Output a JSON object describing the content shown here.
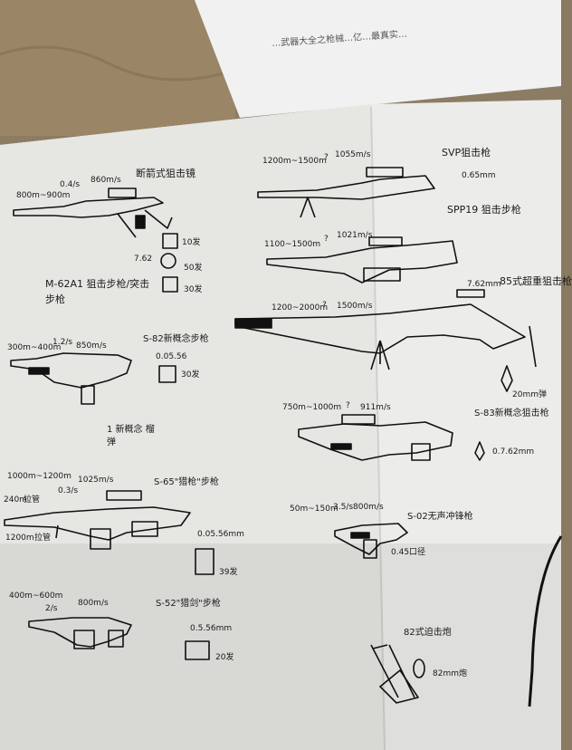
{
  "top_sheet_text": "…武器大全之枪械…亿…最真实…",
  "weapons": [
    {
      "name": "断箭式狙击镜",
      "range": "800m~900m",
      "rof": "0.4/s",
      "velocity": "860m/s",
      "caliber": "7.62",
      "rounds_drum": "10发",
      "rounds_box": "50发",
      "rounds_mag": "30发",
      "title": "M-62A1 狙击步枪/突击步枪"
    },
    {
      "name": "SVP狙击枪",
      "range": "1200m~1500m",
      "rof": "?",
      "velocity": "1055m/s",
      "caliber": "0.65mm"
    },
    {
      "name": "SPP19 狙击步枪",
      "range": "1100~1500m",
      "rof": "?",
      "velocity": "1021m/s"
    },
    {
      "name": "85式超重狙击枪",
      "range": "1200~2000m",
      "rof": "?",
      "velocity": "1500m/s",
      "caliber": "7.62mm",
      "rounds": "20mm弹"
    },
    {
      "name": "S-82新概念步枪",
      "range": "300m~400m",
      "rof": "1.2/s",
      "velocity": "850m/s",
      "caliber": "0.05.56",
      "rounds": "30发",
      "note": "1 新概念 榴弹"
    },
    {
      "name": "S-83新概念狙击枪",
      "range": "750m~1000m",
      "rof": "?",
      "velocity": "911m/s",
      "caliber": "0.7.62mm"
    },
    {
      "name": "S-65\"猎枪\"步枪",
      "range_a": "1000m~1200m",
      "range_b": "240m",
      "range_c": "1200m",
      "range_a_label": "拉管",
      "range_c_label": "拉管",
      "rof": "0.3/s",
      "velocity": "1025m/s",
      "caliber": "0.05.56mm",
      "rounds": "39发"
    },
    {
      "name": "S-02无声冲锋枪",
      "range": "50m~150m",
      "rof": "3.5/s",
      "velocity": "800m/s",
      "rounds": "0.45口径"
    },
    {
      "name": "S-52\"猎剑\"步枪",
      "range": "400m~600m",
      "rof": "2/s",
      "velocity": "800m/s",
      "caliber": "0.5.56mm",
      "rounds": "20发"
    },
    {
      "name": "82式迫击炮",
      "caliber": "82mm炮"
    }
  ]
}
